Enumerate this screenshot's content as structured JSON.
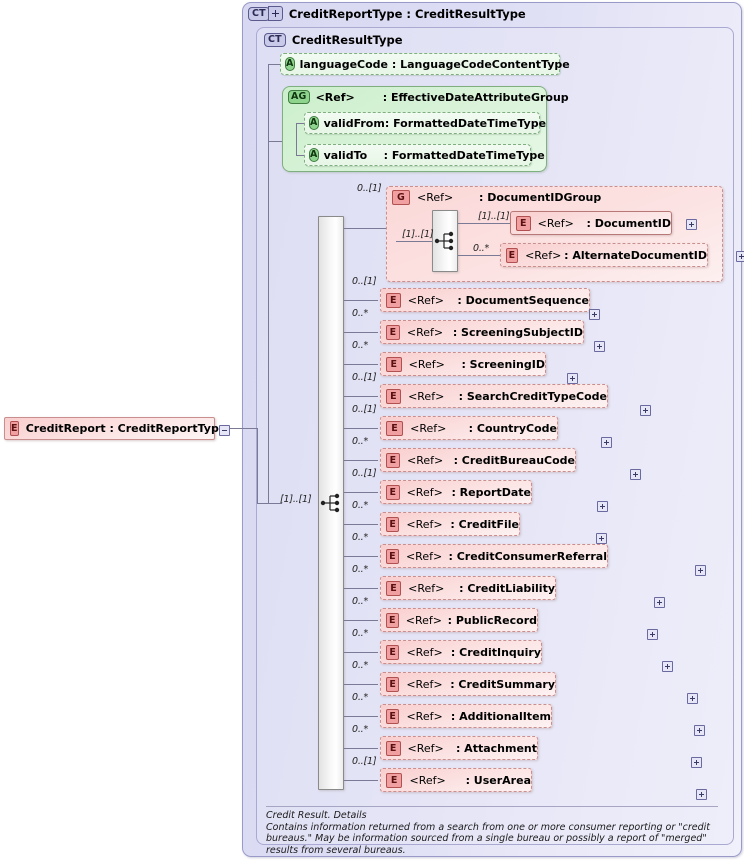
{
  "diagram": {
    "kind": "xsd-schema-diagram",
    "root_element": {
      "badge": "E",
      "label": "CreditReport : CreditReportType",
      "toggle": "minus"
    },
    "outer_type": {
      "badge": "CT",
      "expander": "plus",
      "title": "CreditReportType : CreditResultType"
    },
    "inner_type": {
      "badge": "CT",
      "title": "CreditResultType"
    },
    "attributes": [
      {
        "badge": "A",
        "name": "languageCode",
        "sep": ":",
        "type": "LanguageCodeContentType"
      }
    ],
    "attribute_group": {
      "badge": "AG",
      "ref": "<Ref>",
      "sep": ":",
      "name": "EffectiveDateAttributeGroup",
      "members": [
        {
          "badge": "A",
          "name": "validFrom",
          "sep": ":",
          "type": "FormattedDateTimeType"
        },
        {
          "badge": "A",
          "name": "validTo",
          "sep": ":",
          "type": "FormattedDateTimeType"
        }
      ]
    },
    "group_node": {
      "badge": "G",
      "ref": "<Ref>",
      "sep": ":",
      "name": "DocumentIDGroup",
      "cardinality": "0..[1]",
      "compositor": "sequence",
      "compositor_cardinality": "[1]..[1]",
      "children": [
        {
          "badge": "E",
          "ref": "<Ref>",
          "sep": ":",
          "name": "DocumentID",
          "cardinality": "[1]..[1]",
          "required": true,
          "expander": "plus"
        },
        {
          "badge": "E",
          "ref": "<Ref>",
          "sep": ":",
          "name": "AlternateDocumentID",
          "cardinality": "0..*",
          "required": false,
          "expander": "plus"
        }
      ]
    },
    "sequence": {
      "compositor": "sequence",
      "cardinality": "[1]..[1]"
    },
    "elements": [
      {
        "badge": "E",
        "ref": "<Ref>",
        "sep": ":",
        "name": "DocumentSequence",
        "cardinality": "0..[1]",
        "expander": "plus"
      },
      {
        "badge": "E",
        "ref": "<Ref>",
        "sep": ":",
        "name": "ScreeningSubjectID",
        "cardinality": "0..*",
        "expander": "plus"
      },
      {
        "badge": "E",
        "ref": "<Ref>",
        "sep": ":",
        "name": "ScreeningID",
        "cardinality": "0..*",
        "expander": "plus"
      },
      {
        "badge": "E",
        "ref": "<Ref>",
        "sep": ":",
        "name": "SearchCreditTypeCode",
        "cardinality": "0..[1]",
        "expander": "plus"
      },
      {
        "badge": "E",
        "ref": "<Ref>",
        "sep": ":",
        "name": "CountryCode",
        "cardinality": "0..[1]",
        "expander": "plus"
      },
      {
        "badge": "E",
        "ref": "<Ref>",
        "sep": ":",
        "name": "CreditBureauCode",
        "cardinality": "0..*",
        "expander": "plus"
      },
      {
        "badge": "E",
        "ref": "<Ref>",
        "sep": ":",
        "name": "ReportDate",
        "cardinality": "0..[1]",
        "expander": "plus"
      },
      {
        "badge": "E",
        "ref": "<Ref>",
        "sep": ":",
        "name": "CreditFile",
        "cardinality": "0..*",
        "expander": "plus"
      },
      {
        "badge": "E",
        "ref": "<Ref>",
        "sep": ":",
        "name": "CreditConsumerReferral",
        "cardinality": "0..*",
        "expander": "plus"
      },
      {
        "badge": "E",
        "ref": "<Ref>",
        "sep": ":",
        "name": "CreditLiability",
        "cardinality": "0..*",
        "expander": "plus"
      },
      {
        "badge": "E",
        "ref": "<Ref>",
        "sep": ":",
        "name": "PublicRecord",
        "cardinality": "0..*",
        "expander": "plus"
      },
      {
        "badge": "E",
        "ref": "<Ref>",
        "sep": ":",
        "name": "CreditInquiry",
        "cardinality": "0..*",
        "expander": "plus"
      },
      {
        "badge": "E",
        "ref": "<Ref>",
        "sep": ":",
        "name": "CreditSummary",
        "cardinality": "0..*",
        "expander": "plus"
      },
      {
        "badge": "E",
        "ref": "<Ref>",
        "sep": ":",
        "name": "AdditionalItem",
        "cardinality": "0..*",
        "expander": "plus"
      },
      {
        "badge": "E",
        "ref": "<Ref>",
        "sep": ":",
        "name": "Attachment",
        "cardinality": "0..*",
        "expander": "plus"
      },
      {
        "badge": "E",
        "ref": "<Ref>",
        "sep": ":",
        "name": "UserArea",
        "cardinality": "0..[1]",
        "expander": "plus"
      }
    ],
    "documentation": {
      "title": "Credit Result. Details",
      "body": "Contains information returned from a search from one or more consumer reporting or \"credit bureaus.\" May be information sourced from a single bureau or possibly a report of \"merged\" results from several bureaus."
    },
    "colors": {
      "element_fill": "#f9cece",
      "element_border": "#c98f8f",
      "attribute_fill": "#d8f2d8",
      "attribute_border": "#7fae7f",
      "container_fill": "#dedef4",
      "container_border": "#9a9ac8",
      "connector": "#7a7a96"
    }
  }
}
